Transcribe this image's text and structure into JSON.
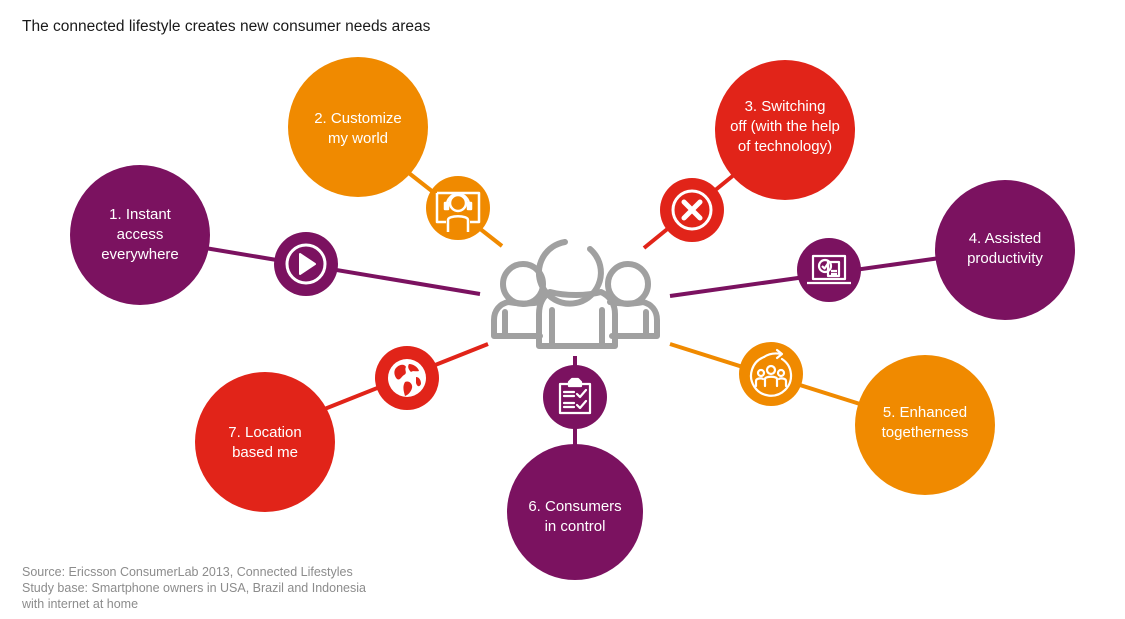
{
  "title": "The connected lifestyle creates new consumer needs areas",
  "source_lines": [
    "Source: Ericsson ConsumerLab 2013, Connected Lifestyles",
    "Study base: Smartphone owners in USA, Brazil and Indonesia",
    "with internet at home"
  ],
  "colors": {
    "purple": "#7b1260",
    "orange": "#f08a00",
    "red": "#e12419",
    "center_icon": "#a0a0a0"
  },
  "center": {
    "icon": "people-group-icon"
  },
  "needs": [
    {
      "number": 1,
      "lines": [
        "1. Instant",
        "access",
        "everywhere"
      ],
      "color": "purple",
      "icon": "play-icon"
    },
    {
      "number": 2,
      "lines": [
        "2. Customize",
        "my world"
      ],
      "color": "orange",
      "icon": "headset-person-icon"
    },
    {
      "number": 3,
      "lines": [
        "3. Switching",
        "off (with the help",
        "of technology)"
      ],
      "color": "red",
      "icon": "close-x-icon"
    },
    {
      "number": 4,
      "lines": [
        "4. Assisted",
        "productivity"
      ],
      "color": "purple",
      "icon": "laptop-document-check-icon"
    },
    {
      "number": 5,
      "lines": [
        "5. Enhanced",
        "togetherness"
      ],
      "color": "orange",
      "icon": "group-refresh-icon"
    },
    {
      "number": 6,
      "lines": [
        "6. Consumers",
        "in control"
      ],
      "color": "purple",
      "icon": "clipboard-checklist-icon"
    },
    {
      "number": 7,
      "lines": [
        "7. Location",
        "based me"
      ],
      "color": "red",
      "icon": "globe-icon"
    }
  ]
}
